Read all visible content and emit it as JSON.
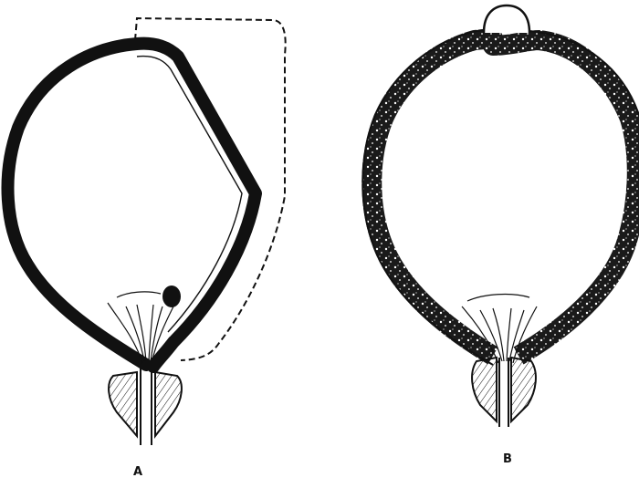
{
  "figure": {
    "panels": [
      {
        "id": "A",
        "label": "A"
      },
      {
        "id": "B",
        "label": "B"
      }
    ],
    "colors": {
      "ink": "#111111",
      "background": "#ffffff"
    }
  }
}
